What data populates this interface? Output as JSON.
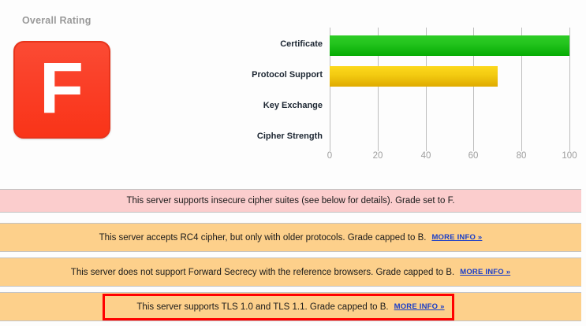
{
  "summary": {
    "rating_label": "Overall Rating",
    "grade": "F",
    "grade_color": "#fa3f27"
  },
  "chart_data": {
    "type": "bar",
    "orientation": "horizontal",
    "title": "",
    "xlabel": "",
    "ylabel": "",
    "categories": [
      "Certificate",
      "Protocol Support",
      "Key Exchange",
      "Cipher Strength"
    ],
    "values": [
      100,
      70,
      0,
      0
    ],
    "colors": [
      "#23c41d",
      "#f4cc12",
      "#23c41d",
      "#23c41d"
    ],
    "xlim": [
      0,
      100
    ],
    "ticks": [
      0,
      20,
      40,
      60,
      80,
      100
    ],
    "tick_labels": [
      "0",
      "20",
      "40",
      "60",
      "80",
      "100"
    ],
    "grid": true,
    "legend": false
  },
  "alerts": [
    {
      "severity": "error",
      "text": "This server supports insecure cipher suites (see below for details). Grade set to F.",
      "more_info": null,
      "highlighted": false
    },
    {
      "severity": "warning",
      "text": "This server accepts RC4 cipher, but only with older protocols. Grade capped to B.",
      "more_info": "MORE INFO »",
      "highlighted": false
    },
    {
      "severity": "warning",
      "text": "This server does not support Forward Secrecy with the reference browsers. Grade capped to B.",
      "more_info": "MORE INFO »",
      "highlighted": false
    },
    {
      "severity": "warning",
      "text": "This server supports TLS 1.0 and TLS 1.1. Grade capped to B.",
      "more_info": "MORE INFO »",
      "highlighted": true
    }
  ],
  "annotation": {
    "border_color": "#ff0000"
  }
}
